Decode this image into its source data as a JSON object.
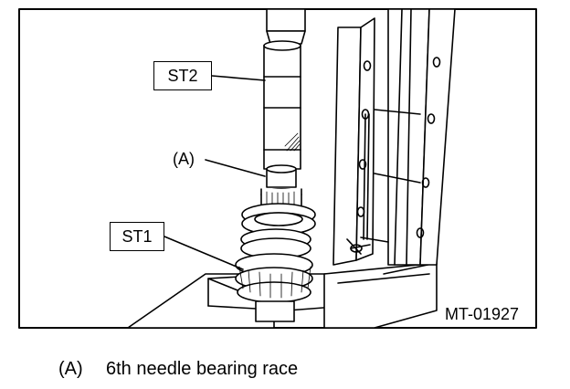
{
  "figure": {
    "callouts": {
      "st2": "ST2",
      "a": "(A)",
      "st1": "ST1"
    },
    "figure_code": "MT-01927"
  },
  "caption": {
    "key": "(A)",
    "text": "6th needle bearing race"
  }
}
